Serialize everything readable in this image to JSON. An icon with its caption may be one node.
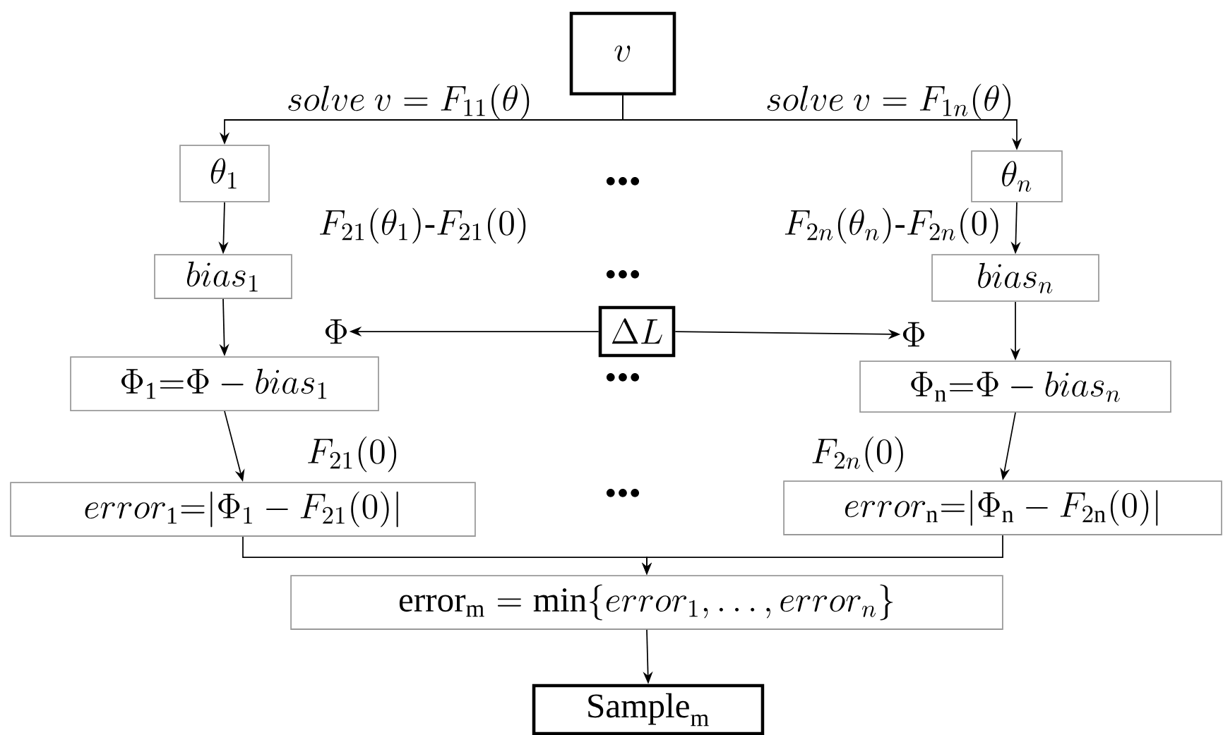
{
  "diagram": {
    "nodes": [
      {
        "text": [
          "v"
        ]
      },
      {
        "text": [
          "\\theta_1"
        ]
      },
      {
        "text": [
          "\\theta_n"
        ]
      },
      {
        "text": [
          "bias_1"
        ]
      },
      {
        "text": [
          "bias_n"
        ]
      },
      {
        "text": [
          "\\Delta L"
        ]
      },
      {
        "text": [
          "\\Phi"
        ]
      },
      {
        "text": [
          "\\Phi"
        ]
      },
      {
        "text": [
          "\\Phi_{\\mathrm{1}}{=}\\Phi-bias_1"
        ]
      },
      {
        "text": [
          "\\Phi_{\\mathrm{n}}{=}\\Phi-bias_n"
        ]
      },
      {
        "text": [
          "error_{\\mathrm{1}}{=}|\\Phi_1-F_{21}(0)|"
        ]
      },
      {
        "text": [
          "error_{\\mathrm{n}}{=}|\\Phi_{\\mathrm{n}}-F_{2\\mathrm{n}}(0)|"
        ]
      },
      {
        "text": [
          "\\mathrm{error}_{\\mathrm{m}}=\\min\\{error_1,\\dots,error_n\\}"
        ]
      },
      {
        "text": [
          "\\mathrm{Sample}_{\\mathrm{m}}"
        ]
      }
    ],
    "edges": [
      {
        "from": 0,
        "to": 1,
        "arrow": "to",
        "label": "solve\\ v=F_{11}(\\theta)"
      },
      {
        "from": 0,
        "to": 2,
        "arrow": "to",
        "label": "solve\\ v=F_{1n}(\\theta)"
      },
      {
        "from": 1,
        "to": 3,
        "arrow": "to",
        "label": "F_{21}(\\theta_1)\\mbox{-}F_{21}(0)"
      },
      {
        "from": 2,
        "to": 4,
        "arrow": "to",
        "label": "F_{2n}(\\theta_n)\\mbox{-}F_{2n}(0)"
      },
      {
        "from": 5,
        "to": 6,
        "arrow": "to"
      },
      {
        "from": 5,
        "to": 7,
        "arrow": "to"
      },
      {
        "from": 3,
        "to": 8,
        "arrow": "to"
      },
      {
        "from": 4,
        "to": 9,
        "arrow": "to"
      },
      {
        "from": 8,
        "to": 10,
        "arrow": "to",
        "label": "F_{21}(0)"
      },
      {
        "from": 9,
        "to": 11,
        "arrow": "to",
        "label": "F_{2n}(0)"
      },
      {
        "from": 10,
        "to": 12,
        "arrow": "to"
      },
      {
        "from": 11,
        "to": 12,
        "arrow": "to"
      },
      {
        "from": 12,
        "to": 13,
        "arrow": "to"
      }
    ],
    "labels": [
      "•••",
      "•••",
      "•••",
      "•••"
    ]
  }
}
